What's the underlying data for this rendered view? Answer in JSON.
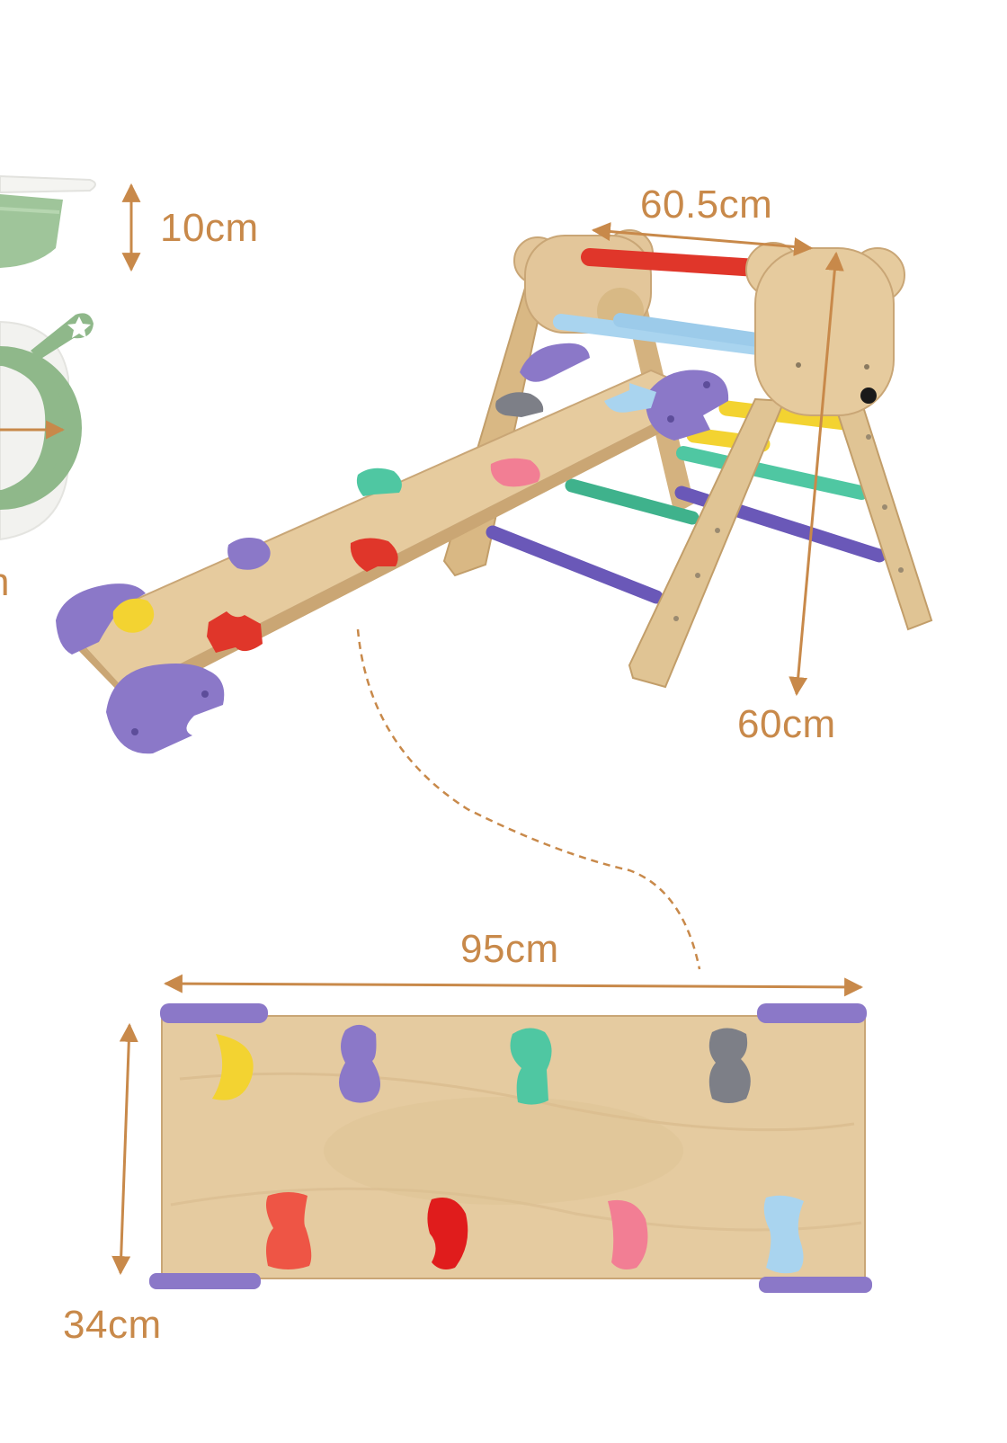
{
  "image": {
    "background": "#ffffff",
    "accent_color": "#c8894a"
  },
  "dimensions": {
    "partial_item_height": "10cm",
    "frame_width": "60.5cm",
    "frame_height": "60cm",
    "ramp_length": "95cm",
    "ramp_width": "34cm",
    "cut_off_label": "n"
  },
  "colors": {
    "wood": "#e3c69a",
    "wood_dark": "#c9a676",
    "purple": "#8b78c8",
    "red": "#e0362a",
    "light_blue": "#a9d4ef",
    "yellow": "#f3d331",
    "green": "#4fc7a2",
    "gray": "#7d7f87",
    "pink": "#f27e94",
    "sage": "#8fb88a"
  },
  "climbing_holds": [
    "yellow",
    "purple",
    "green",
    "gray",
    "red",
    "red",
    "pink",
    "light-blue"
  ]
}
